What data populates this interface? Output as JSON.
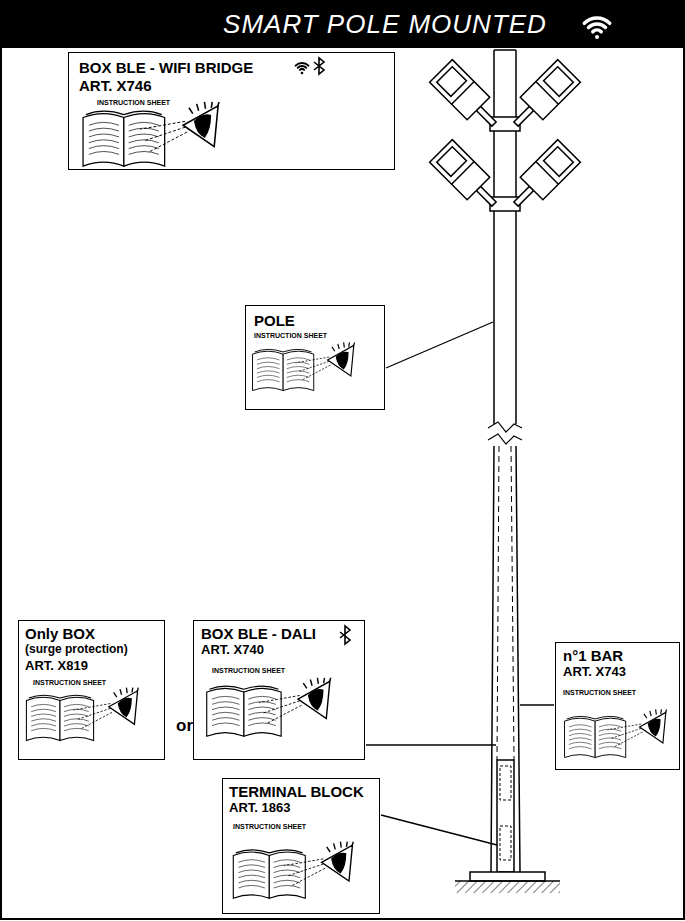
{
  "diagram": {
    "title": "SMART POLE MOUNTED",
    "nodes": [
      {
        "text": [
          "BOX BLE - WIFI BRIDGE",
          "ART. X746",
          "INSTRUCTION SHEET"
        ]
      },
      {
        "text": [
          "POLE",
          "INSTRUCTION SHEET"
        ]
      },
      {
        "text": [
          "Only BOX",
          "(surge protection)",
          "ART. X819",
          "INSTRUCTION SHEET"
        ]
      },
      {
        "text": [
          "BOX BLE - DALI",
          "ART. X740",
          "INSTRUCTION SHEET"
        ]
      },
      {
        "text": [
          "n°1 BAR",
          "ART. X743",
          "INSTRUCTION SHEET"
        ]
      },
      {
        "text": [
          "TERMINAL BLOCK",
          "ART. 1863",
          "INSTRUCTION SHEET"
        ]
      }
    ],
    "labels": [
      "or"
    ]
  }
}
